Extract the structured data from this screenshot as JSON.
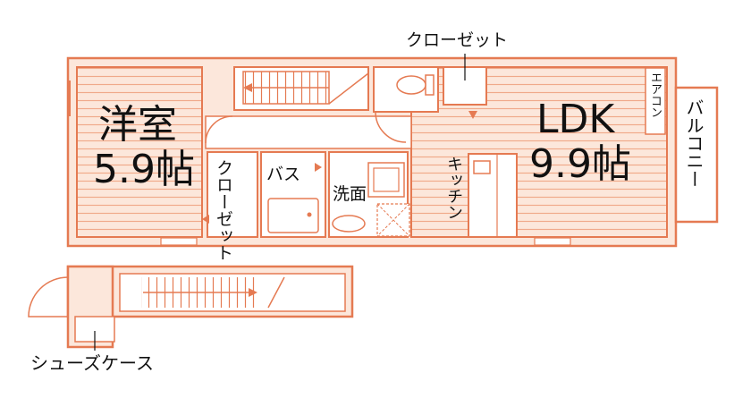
{
  "rooms": {
    "western_room": {
      "name": "洋室",
      "size": "5.9帖"
    },
    "ldk": {
      "name": "LDK",
      "size": "9.9帖"
    },
    "closet_left": "クローゼット",
    "bath": "バス",
    "washroom": "洗面",
    "kitchen": "キッチン",
    "aircon": "エアコン",
    "balcony": "バルコニー"
  },
  "labels": {
    "closet_top": "クローゼット",
    "shoe_case": "シューズケース"
  },
  "colors": {
    "wall": "#e57a52",
    "wall_fill": "#fce7db",
    "hatch": "#f0a98a",
    "text": "#111111"
  }
}
